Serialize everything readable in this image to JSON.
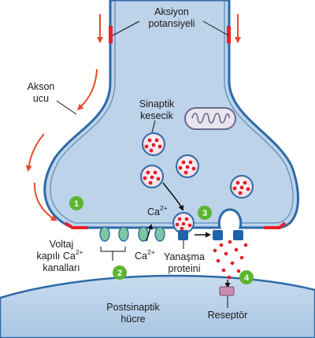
{
  "labels": {
    "action_potential_line1": "Aksiyon",
    "action_potential_line2": "potansiyeli",
    "axon_terminal_line1": "Akson",
    "axon_terminal_line2": "ucu",
    "synaptic_vesicle_line1": "Sinaptik",
    "synaptic_vesicle_line2": "kesecik",
    "ca_ion_top": "Ca",
    "ca_ion_top_sup": "2+",
    "ca_ion_bottom": "Ca",
    "ca_ion_bottom_sup": "2+",
    "channels_line1": "Voltaj",
    "channels_line2_prefix": "kapılı Ca",
    "channels_line2_sup": "2+",
    "channels_line3": "kanalları",
    "docking_protein_line1": "Yanaşma",
    "docking_protein_line2": "proteini",
    "postsynaptic_line1": "Postsinaptik",
    "postsynaptic_line2": "hücre",
    "receptor": "Reseptör"
  },
  "steps": [
    "1",
    "2",
    "3",
    "4"
  ],
  "colors": {
    "membrane_outline": "#2f6aa6",
    "axon_fill": "#bcd3ea",
    "action_potential": "#e8202a",
    "arrow": "#e64a2b",
    "step_circle": "#5cb531",
    "vesicle_fill": "#f7e7ea",
    "neurotransmitter": "#e31d2a",
    "channel": "#7cc79f",
    "docking_protein": "#1f64a8",
    "receptor": "#c98bb3"
  },
  "icons": [
    "mitochondrion-icon",
    "synaptic-vesicle-icon",
    "calcium-channel-icon",
    "docking-protein-icon",
    "receptor-icon"
  ]
}
